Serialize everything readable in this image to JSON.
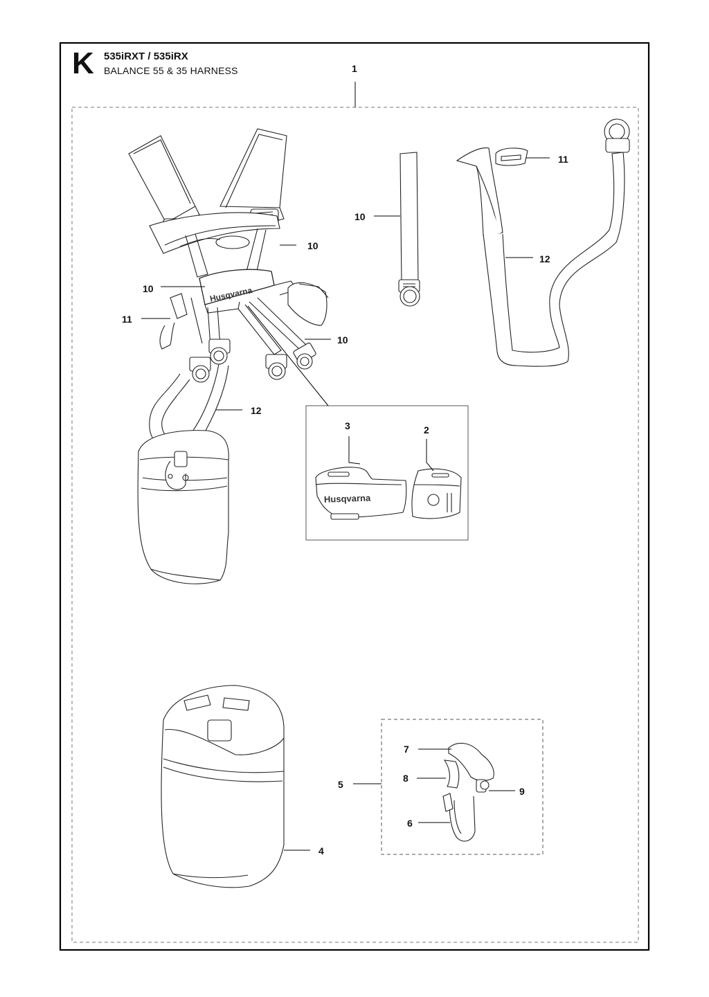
{
  "header": {
    "section_letter": "K",
    "model": "535iRXT / 535iRX",
    "title": "BALANCE 55 & 35 HARNESS"
  },
  "callouts": {
    "c1": "1",
    "c10_upper": "10",
    "c10_center": "10",
    "c10_lower": "10",
    "c10_strap": "10",
    "c11_left": "11",
    "c11_right": "11",
    "c12_left": "12",
    "c12_right": "12",
    "c3": "3",
    "c2": "2",
    "c4": "4",
    "c5": "5",
    "c6": "6",
    "c7": "7",
    "c8": "8",
    "c9": "9"
  },
  "brand_marks": {
    "harness_pad": "Husqvarna",
    "detail_pad": "Husqvarna"
  }
}
